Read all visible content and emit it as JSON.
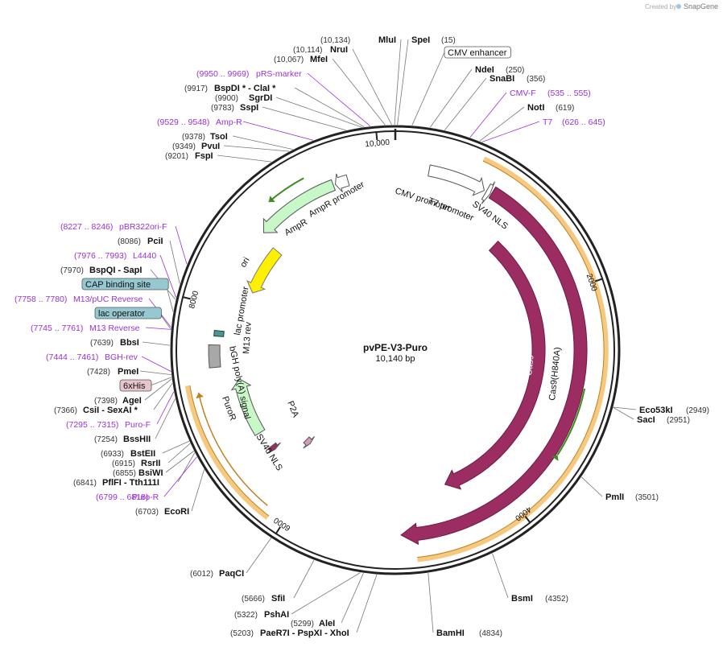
{
  "watermark": {
    "created_by": "Created by",
    "brand": "SnapGene"
  },
  "plasmid": {
    "name": "pvPE-V3-Puro",
    "size_label": "10,140 bp",
    "length": 10140
  },
  "ticks": [
    {
      "bp": 2000,
      "label": "2000"
    },
    {
      "bp": 4000,
      "label": "4000"
    },
    {
      "bp": 6000,
      "label": "6000"
    },
    {
      "bp": 8000,
      "label": "8000"
    },
    {
      "bp": 10000,
      "label": "10,000"
    }
  ],
  "feature_labels": {
    "cmv_promoter": "CMV promoter",
    "t7_promoter": "T7 promoter",
    "sv40_nls_1": "SV40 NLS",
    "cas9": "Cas9",
    "cas9_h840a": "Cas9(H840A)",
    "ampr": "AmpR",
    "ampr_promoter": "AmpR promoter",
    "ori": "ori",
    "lac_promoter": "lac promoter",
    "m13_rev": "M13 rev",
    "bgh": "bGH poly(A) signal",
    "puror": "PuroR",
    "p2a": "P2A",
    "sv40_nls_2": "SV40 NLS"
  },
  "sites": [
    {
      "name": "MluI",
      "pos": "(10,134)",
      "kind": "enzyme",
      "bp": 10134
    },
    {
      "name": "SpeI",
      "pos": "(15)",
      "kind": "enzyme",
      "bp": 15
    },
    {
      "name": "NruI",
      "pos": "(10,114)",
      "kind": "enzyme",
      "bp": 10114
    },
    {
      "name": "CMV enhancer",
      "pos": "",
      "kind": "boxed",
      "bp": 120
    },
    {
      "name": "MfeI",
      "pos": "(10,067)",
      "kind": "enzyme",
      "bp": 10067
    },
    {
      "name": "NdeI",
      "pos": "(250)",
      "kind": "enzyme",
      "bp": 250
    },
    {
      "name": "pRS-marker",
      "pos": "(9950 .. 9969)",
      "kind": "primer",
      "bp": 9960
    },
    {
      "name": "SnaBI",
      "pos": "(356)",
      "kind": "enzyme",
      "bp": 356
    },
    {
      "name": "BspDI * - ClaI *",
      "pos": "(9917)",
      "kind": "enzyme",
      "bp": 9917
    },
    {
      "name": "CMV-F",
      "pos": "(535 .. 555)",
      "kind": "primer",
      "bp": 545
    },
    {
      "name": "SgrDI",
      "pos": "(9900)",
      "kind": "enzyme",
      "bp": 9900
    },
    {
      "name": "NotI",
      "pos": "(619)",
      "kind": "enzyme",
      "bp": 619
    },
    {
      "name": "SspI",
      "pos": "(9783)",
      "kind": "enzyme",
      "bp": 9783
    },
    {
      "name": "T7",
      "pos": "(626 .. 645)",
      "kind": "primer",
      "bp": 636
    },
    {
      "name": "Amp-R",
      "pos": "(9529 .. 9548)",
      "kind": "primer",
      "bp": 9538
    },
    {
      "name": "TsoI",
      "pos": "(9378)",
      "kind": "enzyme",
      "bp": 9378
    },
    {
      "name": "PvuI",
      "pos": "(9349)",
      "kind": "enzyme",
      "bp": 9349
    },
    {
      "name": "FspI",
      "pos": "(9201)",
      "kind": "enzyme",
      "bp": 9201
    },
    {
      "name": "pBR322ori-F",
      "pos": "(8227 .. 8246)",
      "kind": "primer",
      "bp": 8236
    },
    {
      "name": "PciI",
      "pos": "(8086)",
      "kind": "enzyme",
      "bp": 8086
    },
    {
      "name": "L4440",
      "pos": "(7976 .. 7993)",
      "kind": "primer",
      "bp": 7984
    },
    {
      "name": "BspQI - SapI",
      "pos": "(7970)",
      "kind": "enzyme",
      "bp": 7970
    },
    {
      "name": "CAP binding site",
      "pos": "",
      "kind": "boxed",
      "bp": 7880
    },
    {
      "name": "M13/pUC Reverse",
      "pos": "(7758 .. 7780)",
      "kind": "primer",
      "bp": 7769
    },
    {
      "name": "lac operator",
      "pos": "",
      "kind": "boxed",
      "bp": 7755
    },
    {
      "name": "M13 Reverse",
      "pos": "(7745 .. 7761)",
      "kind": "primer",
      "bp": 7753
    },
    {
      "name": "BbsI",
      "pos": "(7639)",
      "kind": "enzyme",
      "bp": 7639
    },
    {
      "name": "BGH-rev",
      "pos": "(7444 .. 7461)",
      "kind": "primer",
      "bp": 7452
    },
    {
      "name": "PmeI",
      "pos": "(7428)",
      "kind": "enzyme",
      "bp": 7428
    },
    {
      "name": "6xHis",
      "pos": "",
      "kind": "boxed-pink",
      "bp": 7410
    },
    {
      "name": "AgeI",
      "pos": "(7398)",
      "kind": "enzyme",
      "bp": 7398
    },
    {
      "name": "CsiI - SexAI *",
      "pos": "(7366)",
      "kind": "enzyme",
      "bp": 7366
    },
    {
      "name": "Puro-F",
      "pos": "(7295 .. 7315)",
      "kind": "primer",
      "bp": 7305
    },
    {
      "name": "BssHII",
      "pos": "(7254)",
      "kind": "enzyme",
      "bp": 7254
    },
    {
      "name": "BstEII",
      "pos": "(6933)",
      "kind": "enzyme",
      "bp": 6933
    },
    {
      "name": "RsrII",
      "pos": "(6915)",
      "kind": "enzyme",
      "bp": 6915
    },
    {
      "name": "BsiWI",
      "pos": "(6855)",
      "kind": "enzyme",
      "bp": 6855
    },
    {
      "name": "PflFI - Tth111I",
      "pos": "(6841)",
      "kind": "enzyme",
      "bp": 6841
    },
    {
      "name": "Puro-R",
      "pos": "(6799 .. 6818)",
      "kind": "primer",
      "bp": 6808
    },
    {
      "name": "EcoRI",
      "pos": "(6703)",
      "kind": "enzyme",
      "bp": 6703
    },
    {
      "name": "PaqCI",
      "pos": "(6012)",
      "kind": "enzyme",
      "bp": 6012
    },
    {
      "name": "SfiI",
      "pos": "(5666)",
      "kind": "enzyme",
      "bp": 5666
    },
    {
      "name": "PshAI",
      "pos": "(5322)",
      "kind": "enzyme",
      "bp": 5322
    },
    {
      "name": "AleI",
      "pos": "(5299)",
      "kind": "enzyme",
      "bp": 5299
    },
    {
      "name": "PaeR7I - PspXI - XhoI",
      "pos": "(5203)",
      "kind": "enzyme",
      "bp": 5203
    },
    {
      "name": "BamHI",
      "pos": "(4834)",
      "kind": "enzyme",
      "bp": 4834
    },
    {
      "name": "BsmI",
      "pos": "(4352)",
      "kind": "enzyme",
      "bp": 4352
    },
    {
      "name": "PmlI",
      "pos": "(3501)",
      "kind": "enzyme",
      "bp": 3501
    },
    {
      "name": "Eco53kI",
      "pos": "(2949)",
      "kind": "enzyme",
      "bp": 2949
    },
    {
      "name": "SacI",
      "pos": "(2951)",
      "kind": "enzyme",
      "bp": 2951
    }
  ],
  "colors": {
    "backbone": "#222222",
    "cas9": "#9b2d63",
    "ampr": "#c8f7c8",
    "ori": "#ffef00",
    "promoter": "#ffffff",
    "primer": "#9b30d9",
    "highlight": "#f5c068",
    "green_arrow": "#3c8c1c",
    "boxed_blue": "#96c8d2",
    "boxed_pink": "#e8c4cc"
  }
}
